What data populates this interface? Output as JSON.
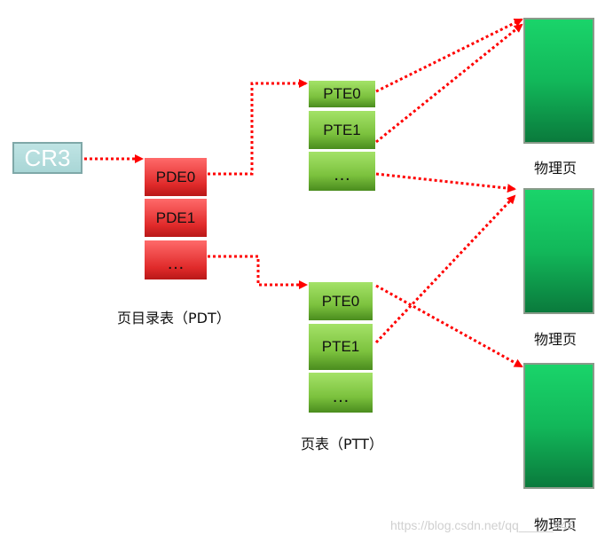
{
  "cr3": {
    "label": "CR3"
  },
  "pdt": {
    "entries": [
      "PDE0",
      "PDE1",
      "…"
    ],
    "caption": "页目录表（PDT）"
  },
  "ptt_upper": {
    "entries": [
      "PTE0",
      "PTE1",
      "…"
    ]
  },
  "ptt_lower": {
    "entries": [
      "PTE0",
      "PTE1",
      "…"
    ],
    "caption": "页表（PTT）"
  },
  "physical_pages": [
    "物理页",
    "物理页",
    "物理页"
  ],
  "watermark": "https://blog.csdn.net/qq_____448",
  "colors": {
    "arrow": "#ff0000",
    "pde": "#e02a2a",
    "pte": "#7cc23e",
    "physical_page": "#12b85a",
    "cr3": "#a9d6d6"
  }
}
